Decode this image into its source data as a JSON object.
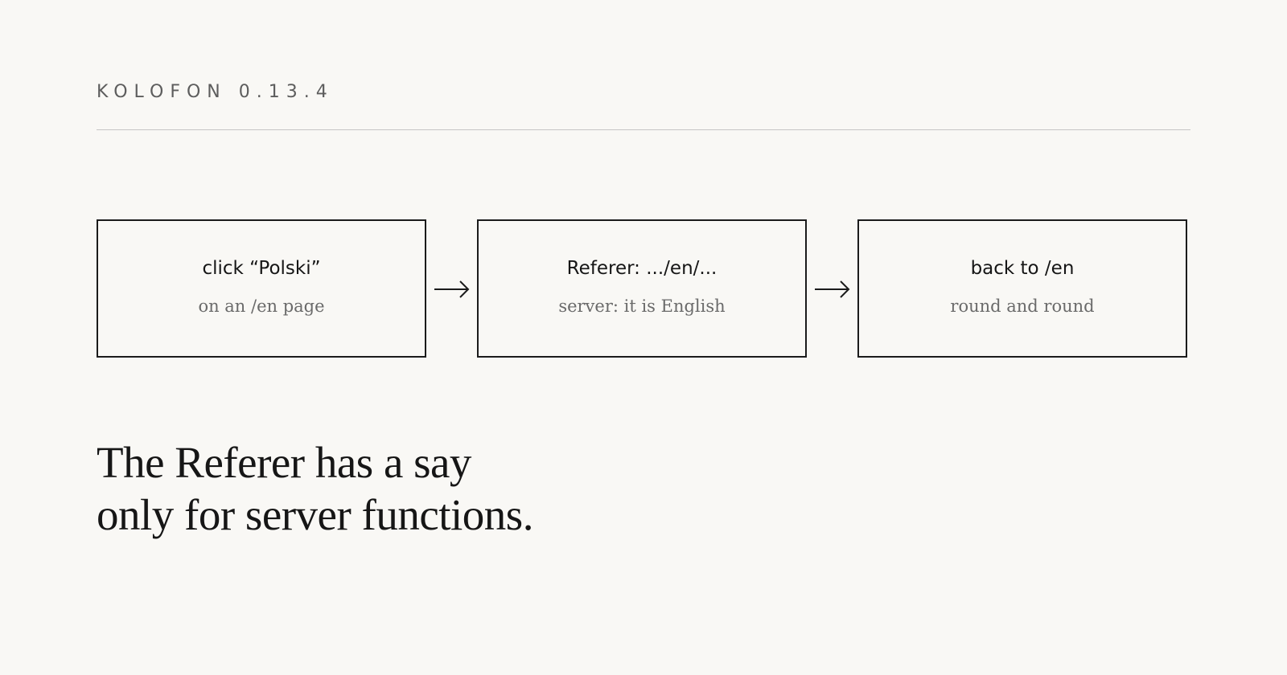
{
  "header": {
    "label": "KOLOFON 0.13.4"
  },
  "flow": {
    "steps": [
      {
        "title": "click “Polski”",
        "subtitle": "on an /en page"
      },
      {
        "title": "Referer: .../en/...",
        "subtitle": "server: it is English"
      },
      {
        "title": "back to /en",
        "subtitle": "round and round"
      }
    ],
    "connector_icon": "right-arrow-icon"
  },
  "headline": {
    "line1": "The Referer has a say",
    "line2": "only for server functions."
  },
  "colors": {
    "background": "#f9f8f5",
    "ink": "#161616",
    "muted": "#6a6a6a",
    "rule": "#c6c6c6"
  }
}
